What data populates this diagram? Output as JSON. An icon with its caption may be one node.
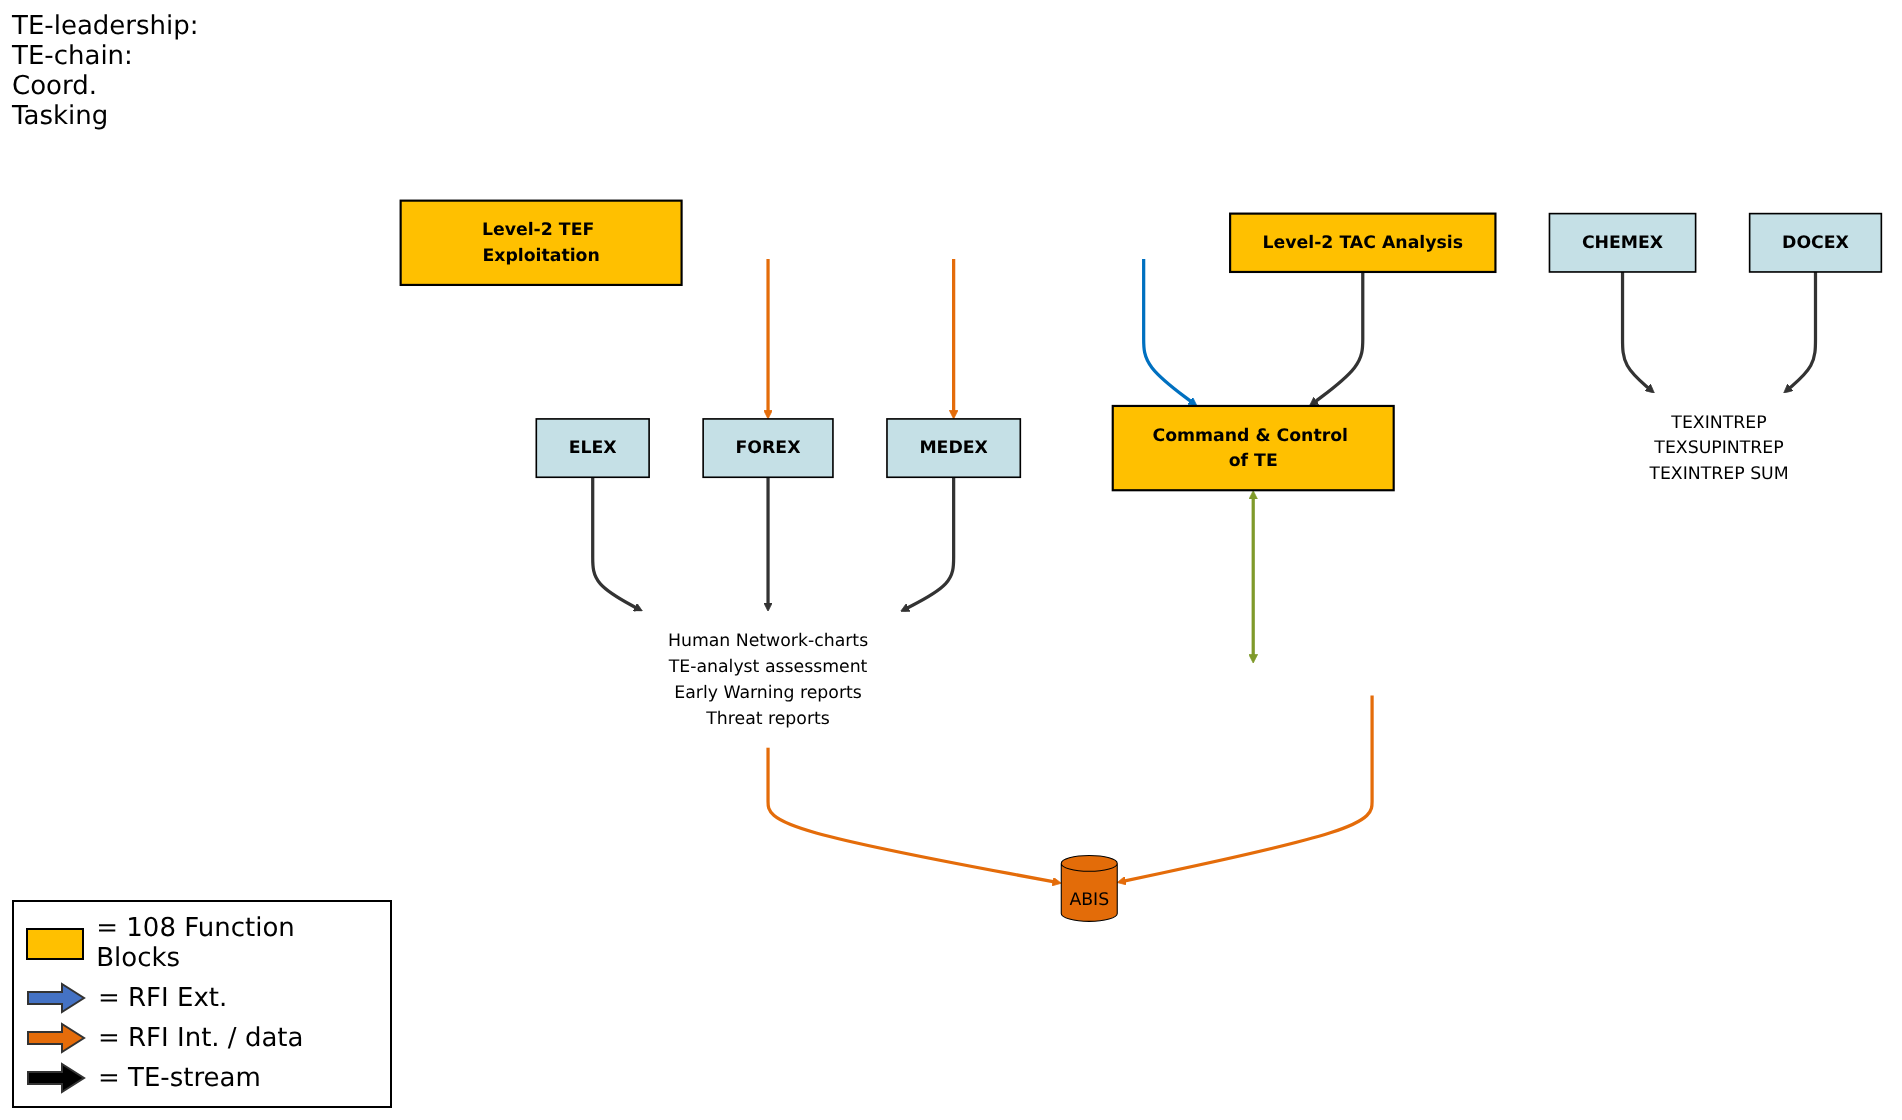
{
  "diagram": {
    "nodes": [
      {
        "text": [
          "Command & Control of TE"
        ]
      },
      {
        "text": [
          "Level-2 TEF Exploitation"
        ]
      },
      {
        "text": [
          "Level-2 TAC Analysis"
        ]
      },
      {
        "text": [
          "CHEMEX"
        ]
      },
      {
        "text": [
          "DOCEX"
        ]
      },
      {
        "text": [
          "ELEX"
        ]
      },
      {
        "text": [
          "FOREX"
        ]
      },
      {
        "text": [
          "MEDEX"
        ]
      },
      {
        "text": [
          "TEXINTREP",
          "TEXSUPINTREP",
          "TEXINTREP SUM"
        ]
      },
      {
        "text": [
          "Human Network-charts",
          "TE-analyst assessment",
          "Early Warning reports",
          "Threat reports"
        ]
      },
      {
        "text": [
          "ABIS"
        ]
      }
    ],
    "edges": [
      {
        "from": null,
        "to": 0,
        "arrow": "to",
        "color": "#0070c0"
      },
      {
        "from": 0,
        "to": null,
        "arrow": "both",
        "color": "#7f9a2a"
      },
      {
        "from": 2,
        "to": 0,
        "arrow": "to"
      },
      {
        "from": 3,
        "to": 8,
        "arrow": "to"
      },
      {
        "from": 4,
        "to": 8,
        "arrow": "to"
      },
      {
        "from": 5,
        "to": 9,
        "arrow": "to"
      },
      {
        "from": 6,
        "to": 9,
        "arrow": "to"
      },
      {
        "from": 7,
        "to": 9,
        "arrow": "to"
      },
      {
        "from": 9,
        "to": 10,
        "arrow": "to",
        "color": "#e46c0a"
      },
      {
        "from": null,
        "to": 6,
        "arrow": "to",
        "color": "#e46c0a"
      },
      {
        "from": null,
        "to": 7,
        "arrow": "to",
        "color": "#e46c0a"
      },
      {
        "from": null,
        "to": 10,
        "arrow": "to",
        "color": "#e46c0a"
      }
    ],
    "labels": [
      "TE-leadership:",
      "TE-chain:",
      "Coord.",
      "Tasking"
    ],
    "legend": [
      {
        "text": "= 108 Function Blocks",
        "color": "#ffc000"
      },
      {
        "text": "= RFI Ext.",
        "color": "#4472c4"
      },
      {
        "text": "= RFI Int. / data",
        "color": "#e46c0a"
      },
      {
        "text": "= TE-stream",
        "color": "#000000"
      }
    ]
  }
}
